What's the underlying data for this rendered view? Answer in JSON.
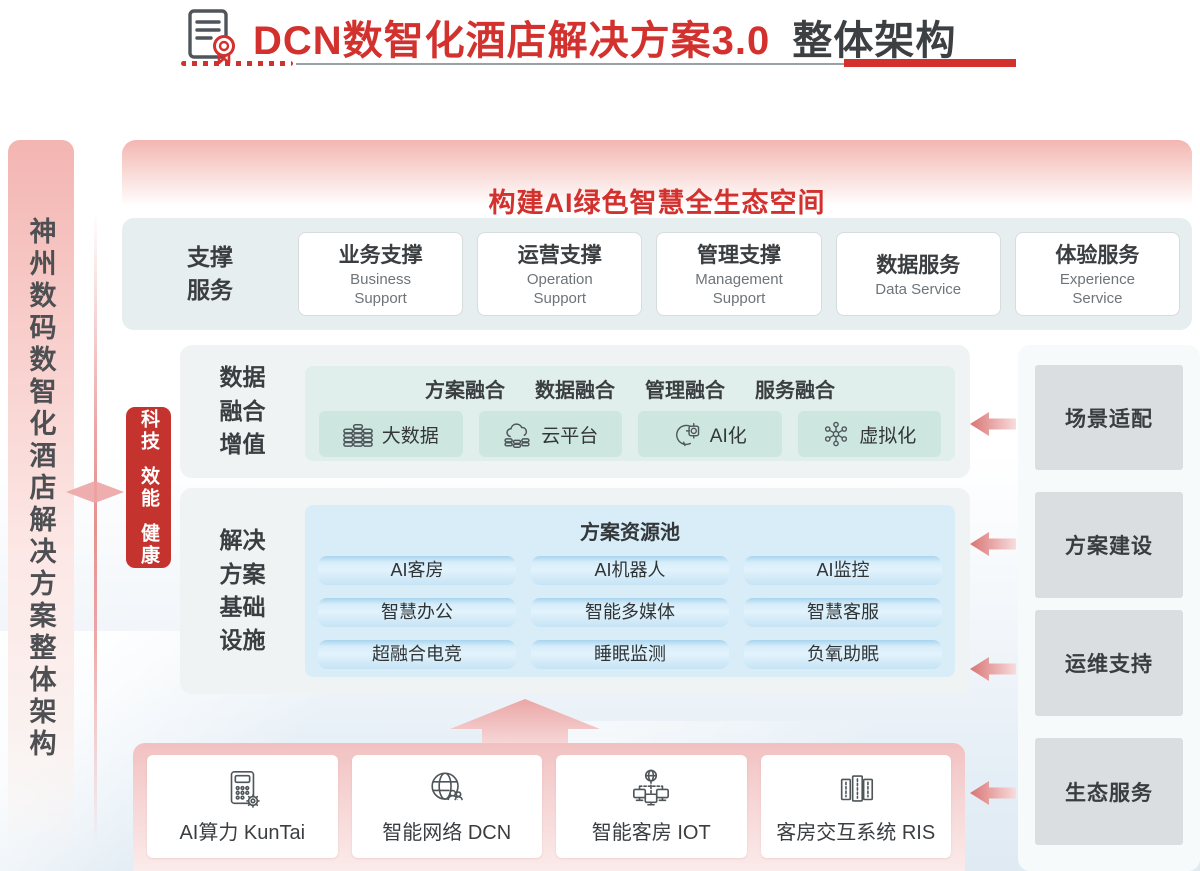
{
  "header": {
    "title_red": "DCN数智化酒店解决方案3.0",
    "title_dark": "整体架构",
    "doc_icon": "certificate-document-icon"
  },
  "left_sidebar": {
    "vertical_title": "神州数码数智化酒店解决方案整体架构",
    "badge_items": [
      "科技",
      "效能",
      "健康"
    ]
  },
  "banner": {
    "title": "构建AI绿色智慧全生态空间"
  },
  "support_row": {
    "label_lines": [
      "支撑",
      "服务"
    ],
    "boxes": [
      {
        "cn": "业务支撑",
        "en": "Business Support"
      },
      {
        "cn": "运营支撑",
        "en": "Operation Support"
      },
      {
        "cn": "管理支撑",
        "en": "Management Support"
      },
      {
        "cn": "数据服务",
        "en": "Data Service"
      },
      {
        "cn": "体验服务",
        "en": "Experience Service"
      }
    ]
  },
  "data_fusion": {
    "label_lines": [
      "数据",
      "融合",
      "增值"
    ],
    "fusion_items": [
      "方案融合",
      "数据融合",
      "管理融合",
      "服务融合"
    ],
    "tech_boxes": [
      {
        "icon": "big-data-icon",
        "label": "大数据"
      },
      {
        "icon": "cloud-platform-icon",
        "label": "云平台"
      },
      {
        "icon": "ai-face-icon",
        "label": "AI化"
      },
      {
        "icon": "virtualization-icon",
        "label": "虚拟化"
      }
    ]
  },
  "solution_infra": {
    "label_lines": [
      "解决",
      "方案",
      "基础",
      "设施"
    ],
    "pool_title": "方案资源池",
    "pills": [
      "AI客房",
      "AI机器人",
      "AI监控",
      "智慧办公",
      "智能多媒体",
      "智慧客服",
      "超融合电竞",
      "睡眠监测",
      "负氧助眠"
    ]
  },
  "bottom_row": {
    "boxes": [
      {
        "icon": "calculator-gear-icon",
        "label": "AI算力 KunTai"
      },
      {
        "icon": "globe-network-icon",
        "label": "智能网络 DCN"
      },
      {
        "icon": "iot-devices-icon",
        "label": "智能客房 IOT"
      },
      {
        "icon": "server-racks-icon",
        "label": "客房交互系统 RIS"
      }
    ]
  },
  "right_column": {
    "boxes": [
      "场景适配",
      "方案建设",
      "运维支持",
      "生态服务"
    ]
  },
  "colors": {
    "accent_red": "#d2312e",
    "badge_red": "#c5332f",
    "pink_band": "#f3b6b2",
    "section_bg": "#eff3f4",
    "support_bg": "#e7eef0",
    "teal_inner": "#e0efeb",
    "teal_box": "#cee6e0",
    "blue_inner": "#d9edf8",
    "pill_blue": "#c6e4f5",
    "gray_box": "#dbdee0",
    "arrow_pink": "#dd7b7b"
  }
}
